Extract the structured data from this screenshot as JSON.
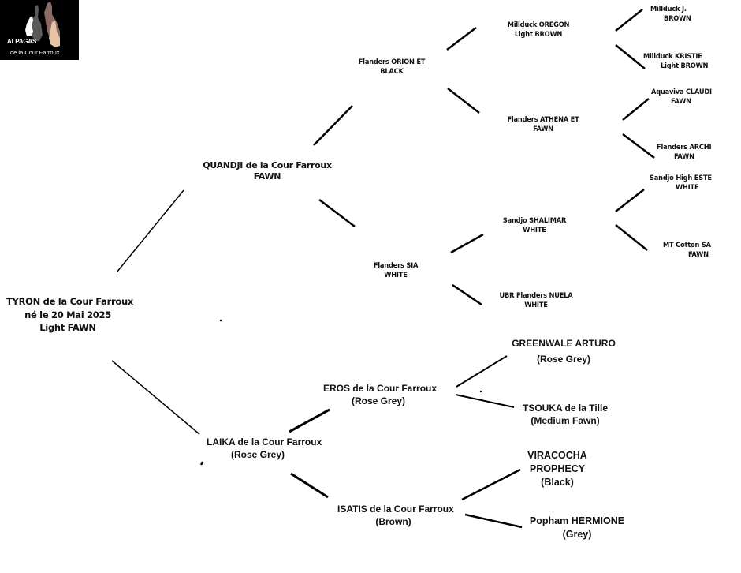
{
  "logo": {
    "line1": "ALPAGAS",
    "line2": "de la Cour Farroux",
    "colors": {
      "background": "#000000",
      "dark_alpaca": "#6b6b6b",
      "brown_alpaca": "#8a6a60",
      "light_alpaca": "#e8c8a8",
      "white_alpaca": "#ffffff"
    }
  },
  "subject": {
    "name": "TYRON de la Cour Farroux",
    "birth": "né le 20 Mai 2025",
    "color": "Light FAWN"
  },
  "sire": {
    "name": "QUANDJI  de la Cour Farroux",
    "color": "FAWN",
    "sire": {
      "name": "Flanders ORION ET",
      "color": "BLACK",
      "sire": {
        "name": "Millduck  OREGON",
        "color": "Light  BROWN",
        "sire": {
          "name": "Millduck  J.",
          "color": "BROWN"
        },
        "dam": {
          "name": "Millduck KRISTIE",
          "color": "Light BROWN"
        }
      },
      "dam": {
        "name": "Flanders ATHENA ET",
        "color": "FAWN",
        "sire": {
          "name": "Aquaviva CLAUDI",
          "color": "FAWN"
        },
        "dam": {
          "name": "Flanders ARCHI",
          "color": "FAWN"
        }
      }
    },
    "dam": {
      "name": "Flanders SIA",
      "color": "WHITE",
      "sire": {
        "name": "Sandjo SHALIMAR",
        "color": "WHITE",
        "sire": {
          "name": "Sandjo High ESTE",
          "color": "WHITE"
        },
        "dam": {
          "name": "MT Cotton SA",
          "color": "FAWN"
        }
      },
      "dam": {
        "name": "UBR Flanders NUELA",
        "color": "WHITE"
      }
    }
  },
  "dam": {
    "name": "LAIKA de la Cour Farroux",
    "color": "(Rose Grey)",
    "sire": {
      "name": "EROS de la Cour Farroux",
      "color": "(Rose Grey)",
      "sire": {
        "name": "GREENWALE   ARTURO",
        "color": "(Rose Grey)"
      },
      "dam": {
        "name": "TSOUKA de la Tille",
        "color": "(Medium Fawn)"
      }
    },
    "dam": {
      "name": "ISATIS de la Cour Farroux",
      "color": "(Brown)",
      "sire": {
        "name": "VIRACOCHA",
        "name2": "PROPHECY",
        "color": "(Black)"
      },
      "dam": {
        "name": "Popham HERMIONE",
        "color": "(Grey)"
      }
    }
  }
}
